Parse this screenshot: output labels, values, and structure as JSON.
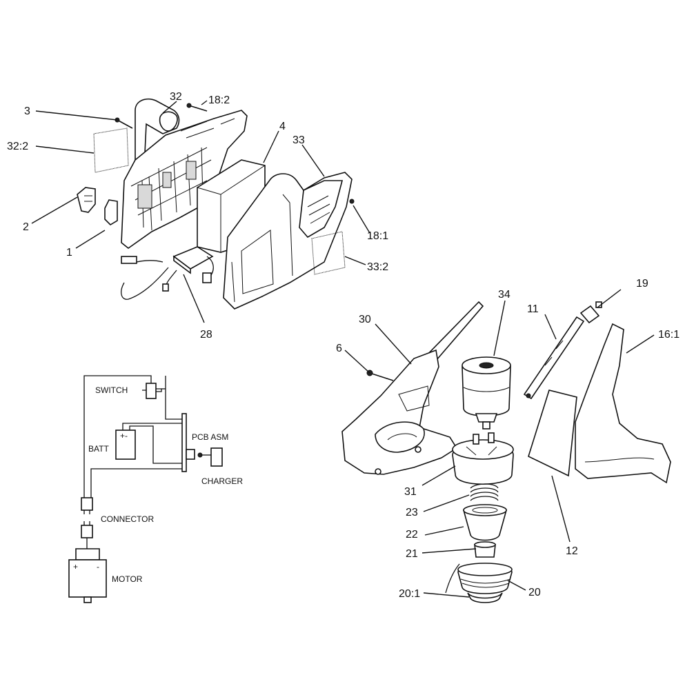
{
  "callouts": {
    "c32": "32",
    "c18_2": "18:2",
    "c3": "3",
    "c4": "4",
    "c33": "33",
    "c32_2": "32:2",
    "c2": "2",
    "c1": "1",
    "c18_1": "18:1",
    "c33_2": "33:2",
    "c28": "28",
    "c34": "34",
    "c19": "19",
    "c30": "30",
    "c11": "11",
    "c16_1": "16:1",
    "c6": "6",
    "c31": "31",
    "c23": "23",
    "c22": "22",
    "c12": "12",
    "c21": "21",
    "c20_1": "20:1",
    "c20": "20"
  },
  "schematic": {
    "switch": "SWITCH",
    "pcb": "PCB ASM",
    "batt": "BATT",
    "charger": "CHARGER",
    "connector": "CONNECTOR",
    "motor": "MOTOR",
    "plus": "+",
    "minus": "-",
    "batt_terminals": "+-"
  }
}
